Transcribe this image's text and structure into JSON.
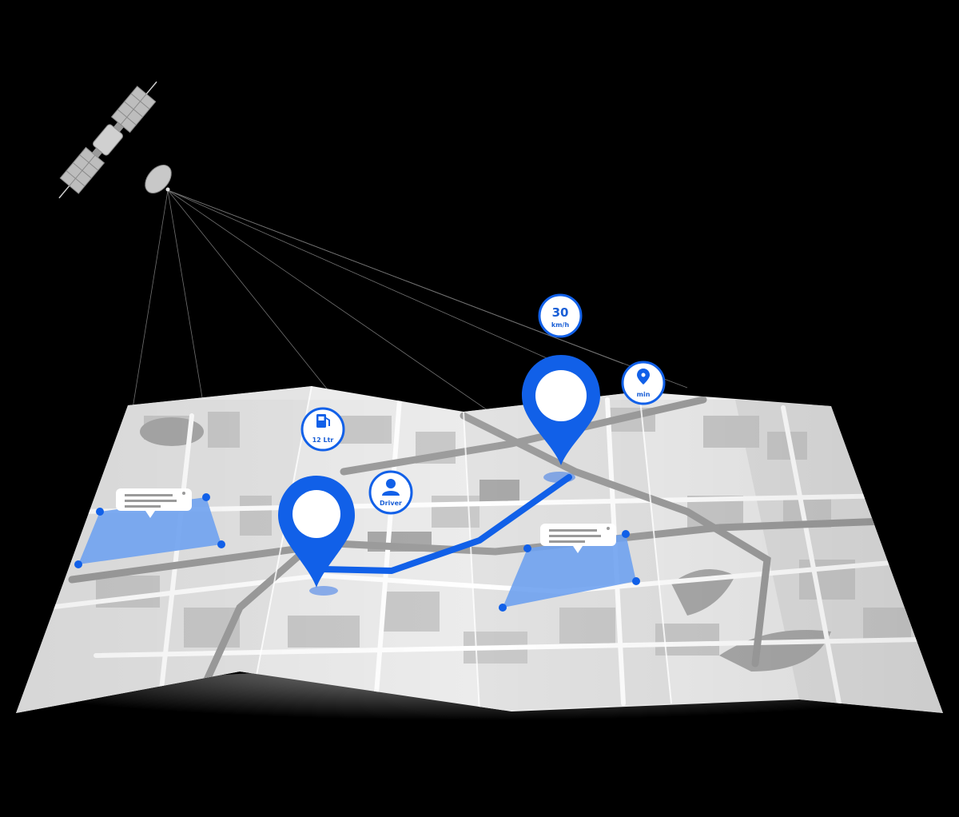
{
  "colors": {
    "background": "#000000",
    "map_light": "#ececec",
    "map_mid": "#d6d6d6",
    "map_dark": "#9a9a9a",
    "accent": "#1160e8",
    "zone_fill": "#6fa2f0",
    "satellite": "#bdbdbd"
  },
  "badges": {
    "speed": {
      "value": "30",
      "unit": "km/h",
      "icon": "speedometer"
    },
    "time": {
      "label": "min",
      "icon": "location-pin-icon"
    },
    "fuel": {
      "label": "12 Ltr",
      "icon": "fuel-pump-icon"
    },
    "driver": {
      "label": "Driver",
      "icon": "person-icon"
    }
  },
  "markers": [
    {
      "name": "origin",
      "icon": "map-pin-icon"
    },
    {
      "name": "destination",
      "icon": "map-pin-icon"
    }
  ],
  "zones": [
    {
      "name": "geofence-left",
      "callout_icon": "message-bubble-icon"
    },
    {
      "name": "geofence-right",
      "callout_icon": "message-bubble-icon"
    }
  ],
  "satellite": {
    "icon": "satellite-icon"
  }
}
